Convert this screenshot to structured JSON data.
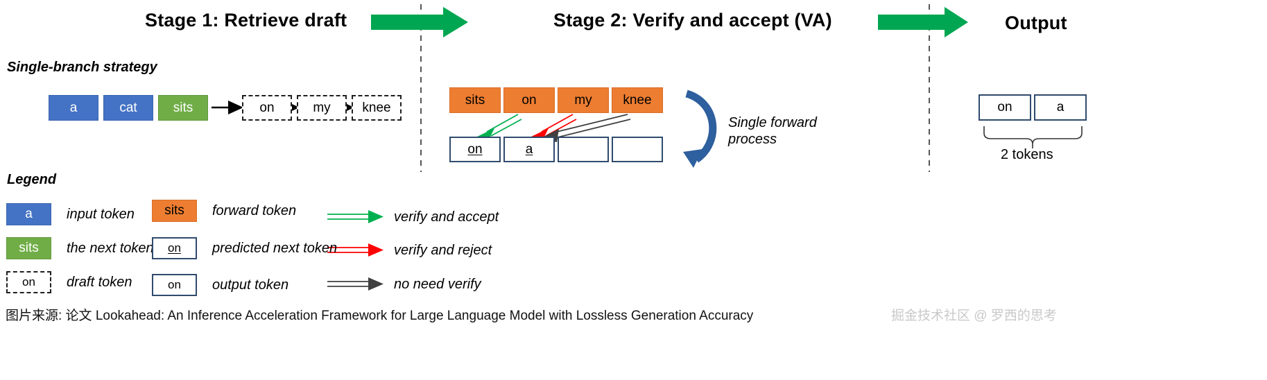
{
  "headings": {
    "stage1": "Stage 1: Retrieve draft",
    "stage2": "Stage 2: Verify and accept (VA)",
    "output": "Output",
    "strategy": "Single-branch strategy",
    "legend": "Legend"
  },
  "colors": {
    "input_token": "#4472c4",
    "next_token": "#70ad47",
    "forward_token": "#ed7d31",
    "outline_token": "#2f4a6d",
    "accept_arrow": "#00b050",
    "reject_arrow": "#ff0000",
    "no_verify_arrow": "#404040",
    "block_arrow": "#00a651",
    "forward_process_arc": "#2e5f9e",
    "divider": "#555555"
  },
  "stage1": {
    "input_tokens": [
      {
        "text": "a",
        "type": "input"
      },
      {
        "text": "cat",
        "type": "input"
      },
      {
        "text": "sits",
        "type": "next"
      }
    ],
    "draft_tokens": [
      {
        "text": "on",
        "type": "draft"
      },
      {
        "text": "my",
        "type": "draft"
      },
      {
        "text": "knee",
        "type": "draft"
      }
    ]
  },
  "stage2": {
    "forward_tokens": [
      "sits",
      "on",
      "my",
      "knee"
    ],
    "predicted_tokens": [
      "on",
      "a",
      "",
      ""
    ],
    "edges": [
      {
        "from": "on",
        "to": "on",
        "kind": "verify and accept"
      },
      {
        "from": "my",
        "to": "a",
        "kind": "verify and reject"
      },
      {
        "from": "knee",
        "to": "a",
        "kind": "no need verify"
      }
    ],
    "note": "Single forward\nprocess",
    "note_line1": "Single forward",
    "note_line2": "process"
  },
  "output": {
    "tokens": [
      "on",
      "a"
    ],
    "count_label": "2 tokens"
  },
  "legend": {
    "swatches": [
      {
        "box_text": "a",
        "style": "blue",
        "label": "input token"
      },
      {
        "box_text": "sits",
        "style": "orange",
        "label": "forward token"
      },
      {
        "box_text": "sits",
        "style": "green",
        "label": "the next token"
      },
      {
        "box_text": "on",
        "style": "outline-underline",
        "label": "predicted next token"
      },
      {
        "box_text": "on",
        "style": "dashed",
        "label": "draft token"
      },
      {
        "box_text": "on",
        "style": "outline",
        "label": "output token"
      }
    ],
    "arrows": [
      {
        "color": "#00b050",
        "label": "verify and accept"
      },
      {
        "color": "#ff0000",
        "label": "verify and reject"
      },
      {
        "color": "#404040",
        "label": "no need verify"
      }
    ]
  },
  "footer": {
    "source": "图片来源: 论文 Lookahead: An Inference Acceleration Framework for Large Language Model with Lossless Generation Accuracy",
    "watermark": "掘金技术社区 @ 罗西的思考"
  }
}
